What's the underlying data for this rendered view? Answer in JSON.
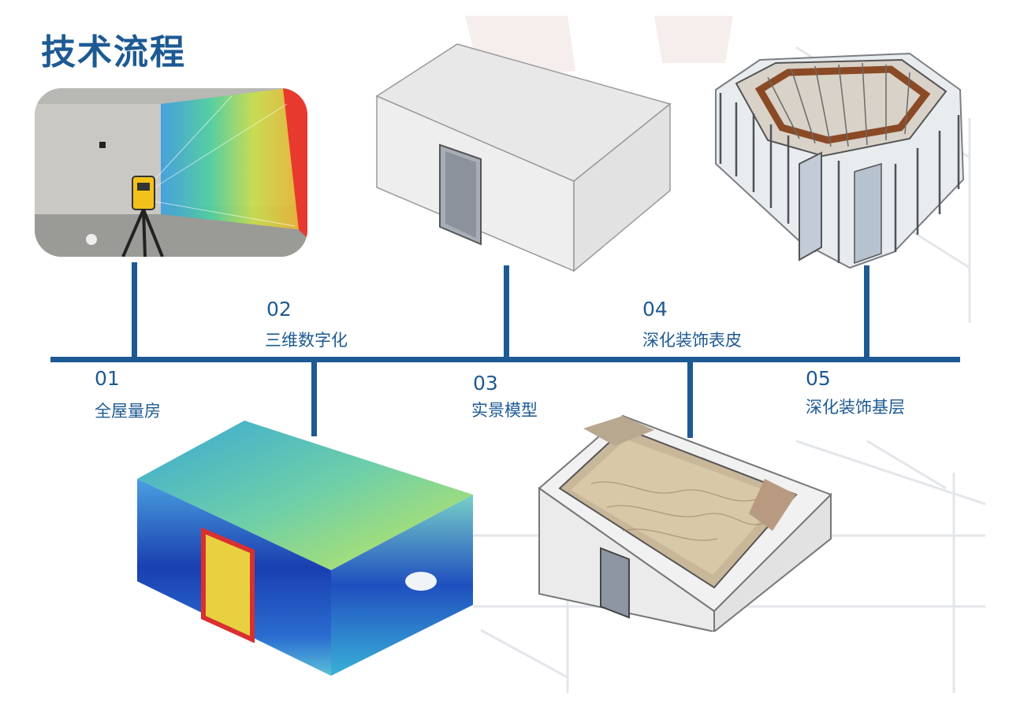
{
  "title": "技术流程",
  "steps": [
    {
      "num": "01",
      "label": "全屋量房"
    },
    {
      "num": "02",
      "label": "三维数字化"
    },
    {
      "num": "03",
      "label": "实景模型"
    },
    {
      "num": "04",
      "label": "深化装饰表皮"
    },
    {
      "num": "05",
      "label": "深化装饰基层"
    }
  ],
  "colors": {
    "accent": "#1d5a93",
    "grid": "#dfe3e8"
  },
  "illustrations": [
    {
      "step": "01",
      "name": "laser-scanner-photo"
    },
    {
      "step": "02",
      "name": "point-cloud-model"
    },
    {
      "step": "03",
      "name": "solid-box-model"
    },
    {
      "step": "04",
      "name": "decoration-skin-model"
    },
    {
      "step": "05",
      "name": "decoration-frame-model"
    }
  ]
}
